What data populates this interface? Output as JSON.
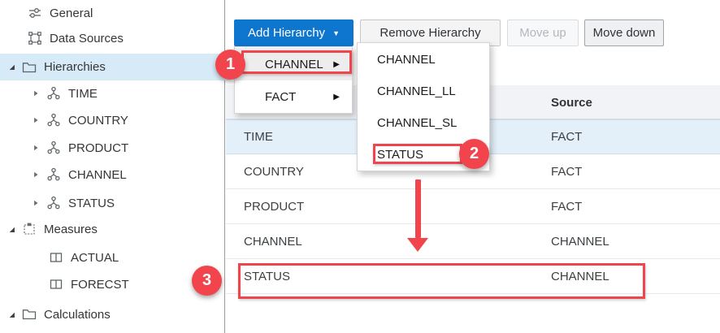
{
  "sidebar": {
    "items": [
      {
        "label": "General",
        "icon": "tune-icon",
        "state": "none",
        "selected": false
      },
      {
        "label": "Data Sources",
        "icon": "frame-icon",
        "state": "none",
        "selected": false
      },
      {
        "label": "Hierarchies",
        "icon": "folder-icon",
        "state": "expanded",
        "selected": true
      },
      {
        "label": "TIME",
        "icon": "hierarchy-icon",
        "state": "collapsed",
        "selected": false
      },
      {
        "label": "COUNTRY",
        "icon": "hierarchy-icon",
        "state": "collapsed",
        "selected": false
      },
      {
        "label": "PRODUCT",
        "icon": "hierarchy-icon",
        "state": "collapsed",
        "selected": false
      },
      {
        "label": "CHANNEL",
        "icon": "hierarchy-icon",
        "state": "collapsed",
        "selected": false
      },
      {
        "label": "STATUS",
        "icon": "hierarchy-icon",
        "state": "collapsed",
        "selected": false
      },
      {
        "label": "Measures",
        "icon": "measures-icon",
        "state": "expanded",
        "selected": false
      },
      {
        "label": "ACTUAL",
        "icon": "columns-icon",
        "state": "none",
        "selected": false
      },
      {
        "label": "FORECST",
        "icon": "columns-icon",
        "state": "none",
        "selected": false
      },
      {
        "label": "Calculations",
        "icon": "folder-icon",
        "state": "expanded",
        "selected": false
      }
    ]
  },
  "toolbar": {
    "add_label": "Add Hierarchy",
    "add_caret": "▼",
    "remove_label": "Remove Hierarchy",
    "move_up_label": "Move up",
    "move_down_label": "Move down",
    "move_up_disabled": true
  },
  "add_menu": {
    "items": [
      {
        "label": "CHANNEL",
        "arrow": "▶",
        "hovered": true
      },
      {
        "label": "FACT",
        "arrow": "▶",
        "hovered": false
      }
    ]
  },
  "submenu": {
    "items": [
      {
        "label": "CHANNEL"
      },
      {
        "label": "CHANNEL_LL"
      },
      {
        "label": "CHANNEL_SL"
      },
      {
        "label": "STATUS"
      }
    ]
  },
  "table": {
    "source_header": "Source",
    "rows": [
      {
        "name": "TIME",
        "source": "FACT",
        "selected": true,
        "highlighted": false
      },
      {
        "name": "COUNTRY",
        "source": "FACT",
        "selected": false,
        "highlighted": false
      },
      {
        "name": "PRODUCT",
        "source": "FACT",
        "selected": false,
        "highlighted": false
      },
      {
        "name": "CHANNEL",
        "source": "CHANNEL",
        "selected": false,
        "highlighted": false
      },
      {
        "name": "STATUS",
        "source": "CHANNEL",
        "selected": false,
        "highlighted": true
      }
    ]
  },
  "annotations": {
    "step_1": "1",
    "step_2": "2",
    "step_3": "3"
  },
  "colors": {
    "accent_blue": "#0e76cf",
    "annotation_red": "#f2444d",
    "sidebar_selected": "#d7eaf8",
    "table_selected_row": "#e3f0f9",
    "table_header_bg": "#f1f3f6"
  }
}
